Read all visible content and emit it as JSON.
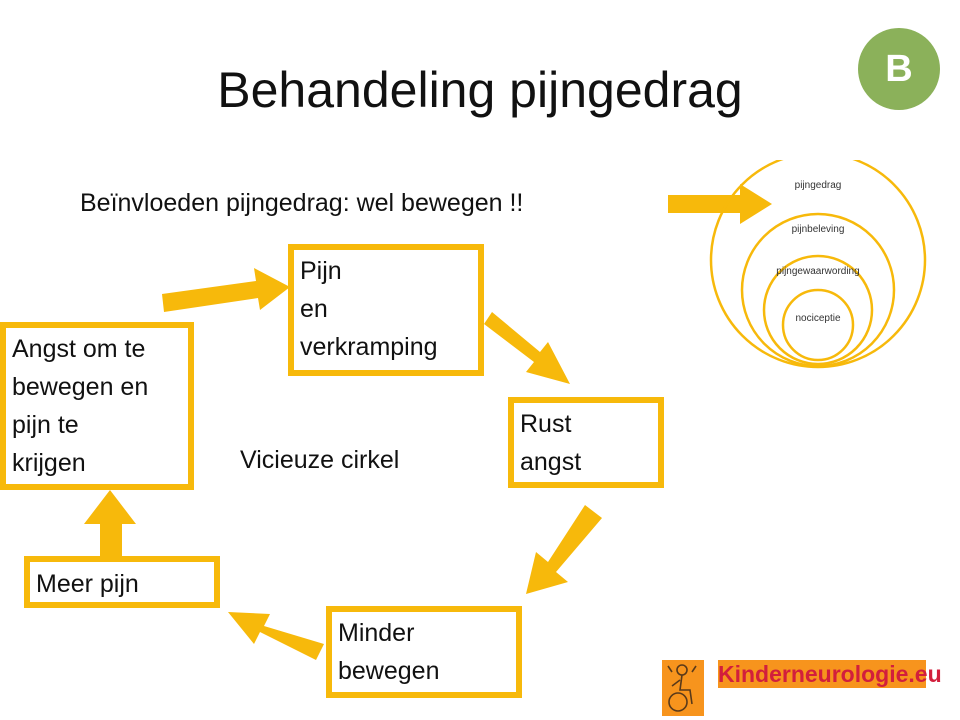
{
  "slide": {
    "title": "Behandeling pijngedrag",
    "badge": "B",
    "subtitle": "Beïnvloeden pijngedrag: wel bewegen !!",
    "center_label": "Vicieuze cirkel"
  },
  "cycle": {
    "pijn": [
      "Pijn",
      "en",
      "verkramping"
    ],
    "rust": [
      "Rust",
      "angst"
    ],
    "minder": [
      "Minder",
      "bewegen"
    ],
    "meer": [
      "Meer pijn"
    ],
    "angst": [
      "Angst om te",
      "bewegen en",
      "pijn te",
      "krijgen"
    ]
  },
  "nested_circles": [
    "pijngedrag",
    "pijnbeleving",
    "pijngewaarwording",
    "nociceptie"
  ],
  "logo": {
    "text": "Kinderneurologie.eu"
  },
  "colors": {
    "accent": "#f7b90b",
    "badge": "#8bb15a",
    "logo_bg": "#f7941d",
    "logo_text": "#d21f3c"
  }
}
